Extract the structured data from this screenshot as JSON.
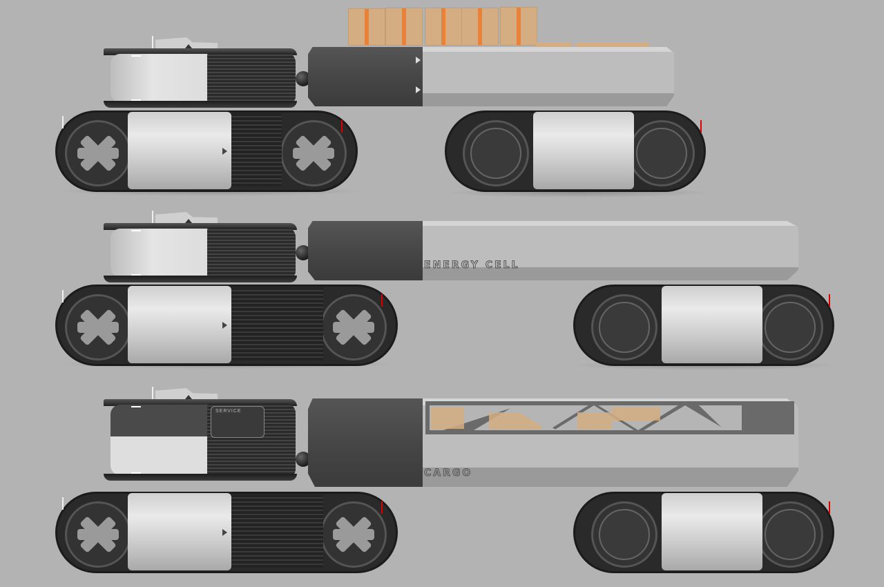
{
  "scene": {
    "title": "Modular tracked robotic vehicle concept – three configurations",
    "background": "#b3b3b3"
  },
  "configurations": [
    {
      "name": "Flatbed cargo carrier",
      "payload": "Stacked cardboard boxes with orange straps"
    },
    {
      "name": "Energy cell",
      "label": "ENERGY CELL"
    },
    {
      "name": "Cargo carrier (truss windows)",
      "label": "CARGO",
      "head_label": "SERVICE"
    }
  ],
  "labels": {
    "energy_cell": "ENERGY CELL",
    "cargo": "CARGO",
    "service": "SERVICE"
  },
  "colors": {
    "body_light": "#d8d8d8",
    "body_dark": "#2e2e2e",
    "box": "#d4ad83",
    "strap": "#e8823a",
    "indicator_red": "#dd0000"
  }
}
